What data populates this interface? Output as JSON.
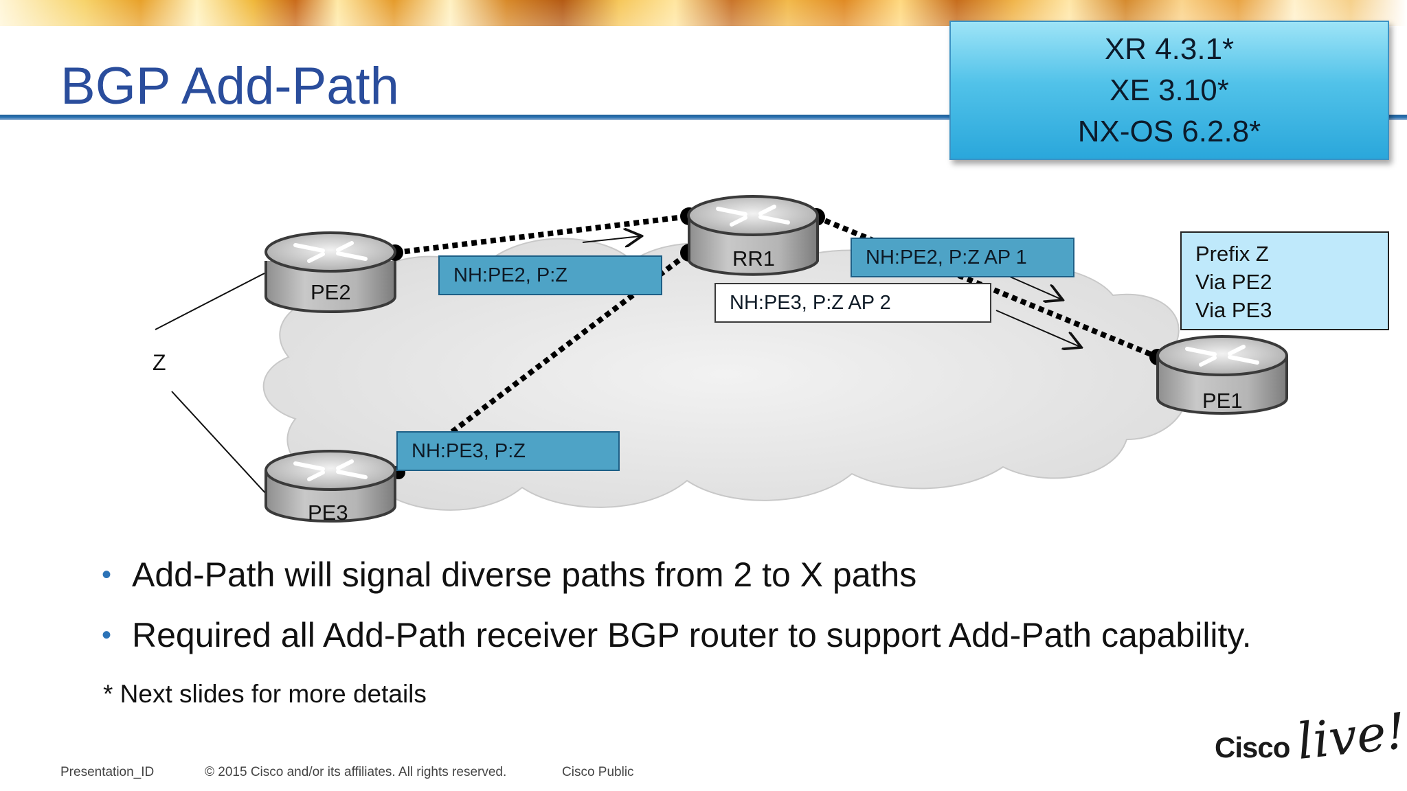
{
  "title": "BGP Add-Path",
  "versions": [
    "XR 4.3.1*",
    "XE 3.10*",
    "NX-OS 6.2.8*"
  ],
  "routers": {
    "pe2": "PE2",
    "pe3": "PE3",
    "rr1": "RR1",
    "pe1": "PE1"
  },
  "prefix_label": "Z",
  "labels": {
    "pe2_update": "NH:PE2, P:Z",
    "pe3_update": "NH:PE3, P:Z",
    "ap1": "NH:PE2, P:Z AP 1",
    "ap2": "NH:PE3, P:Z AP 2"
  },
  "prefix_box": [
    "Prefix Z",
    "Via PE2",
    "Via PE3"
  ],
  "bullets": [
    "Add-Path will signal diverse paths from 2 to X paths",
    "Required all Add-Path receiver BGP router to support Add-Path capability."
  ],
  "note": "* Next slides for more details",
  "footer": {
    "presentation_id": "Presentation_ID",
    "copyright": "© 2015 Cisco and/or its affiliates. All rights reserved.",
    "classification": "Cisco Public"
  },
  "logo": {
    "brand": "Cisco",
    "event": "live!"
  },
  "colors": {
    "title": "#2a4d9c",
    "title_rule": "#2b73b3",
    "version_box": "#51c2e9",
    "teal_label": "#4ea3c6",
    "prefix_box": "#bfe9fb",
    "bullet": "#2c73b7"
  }
}
